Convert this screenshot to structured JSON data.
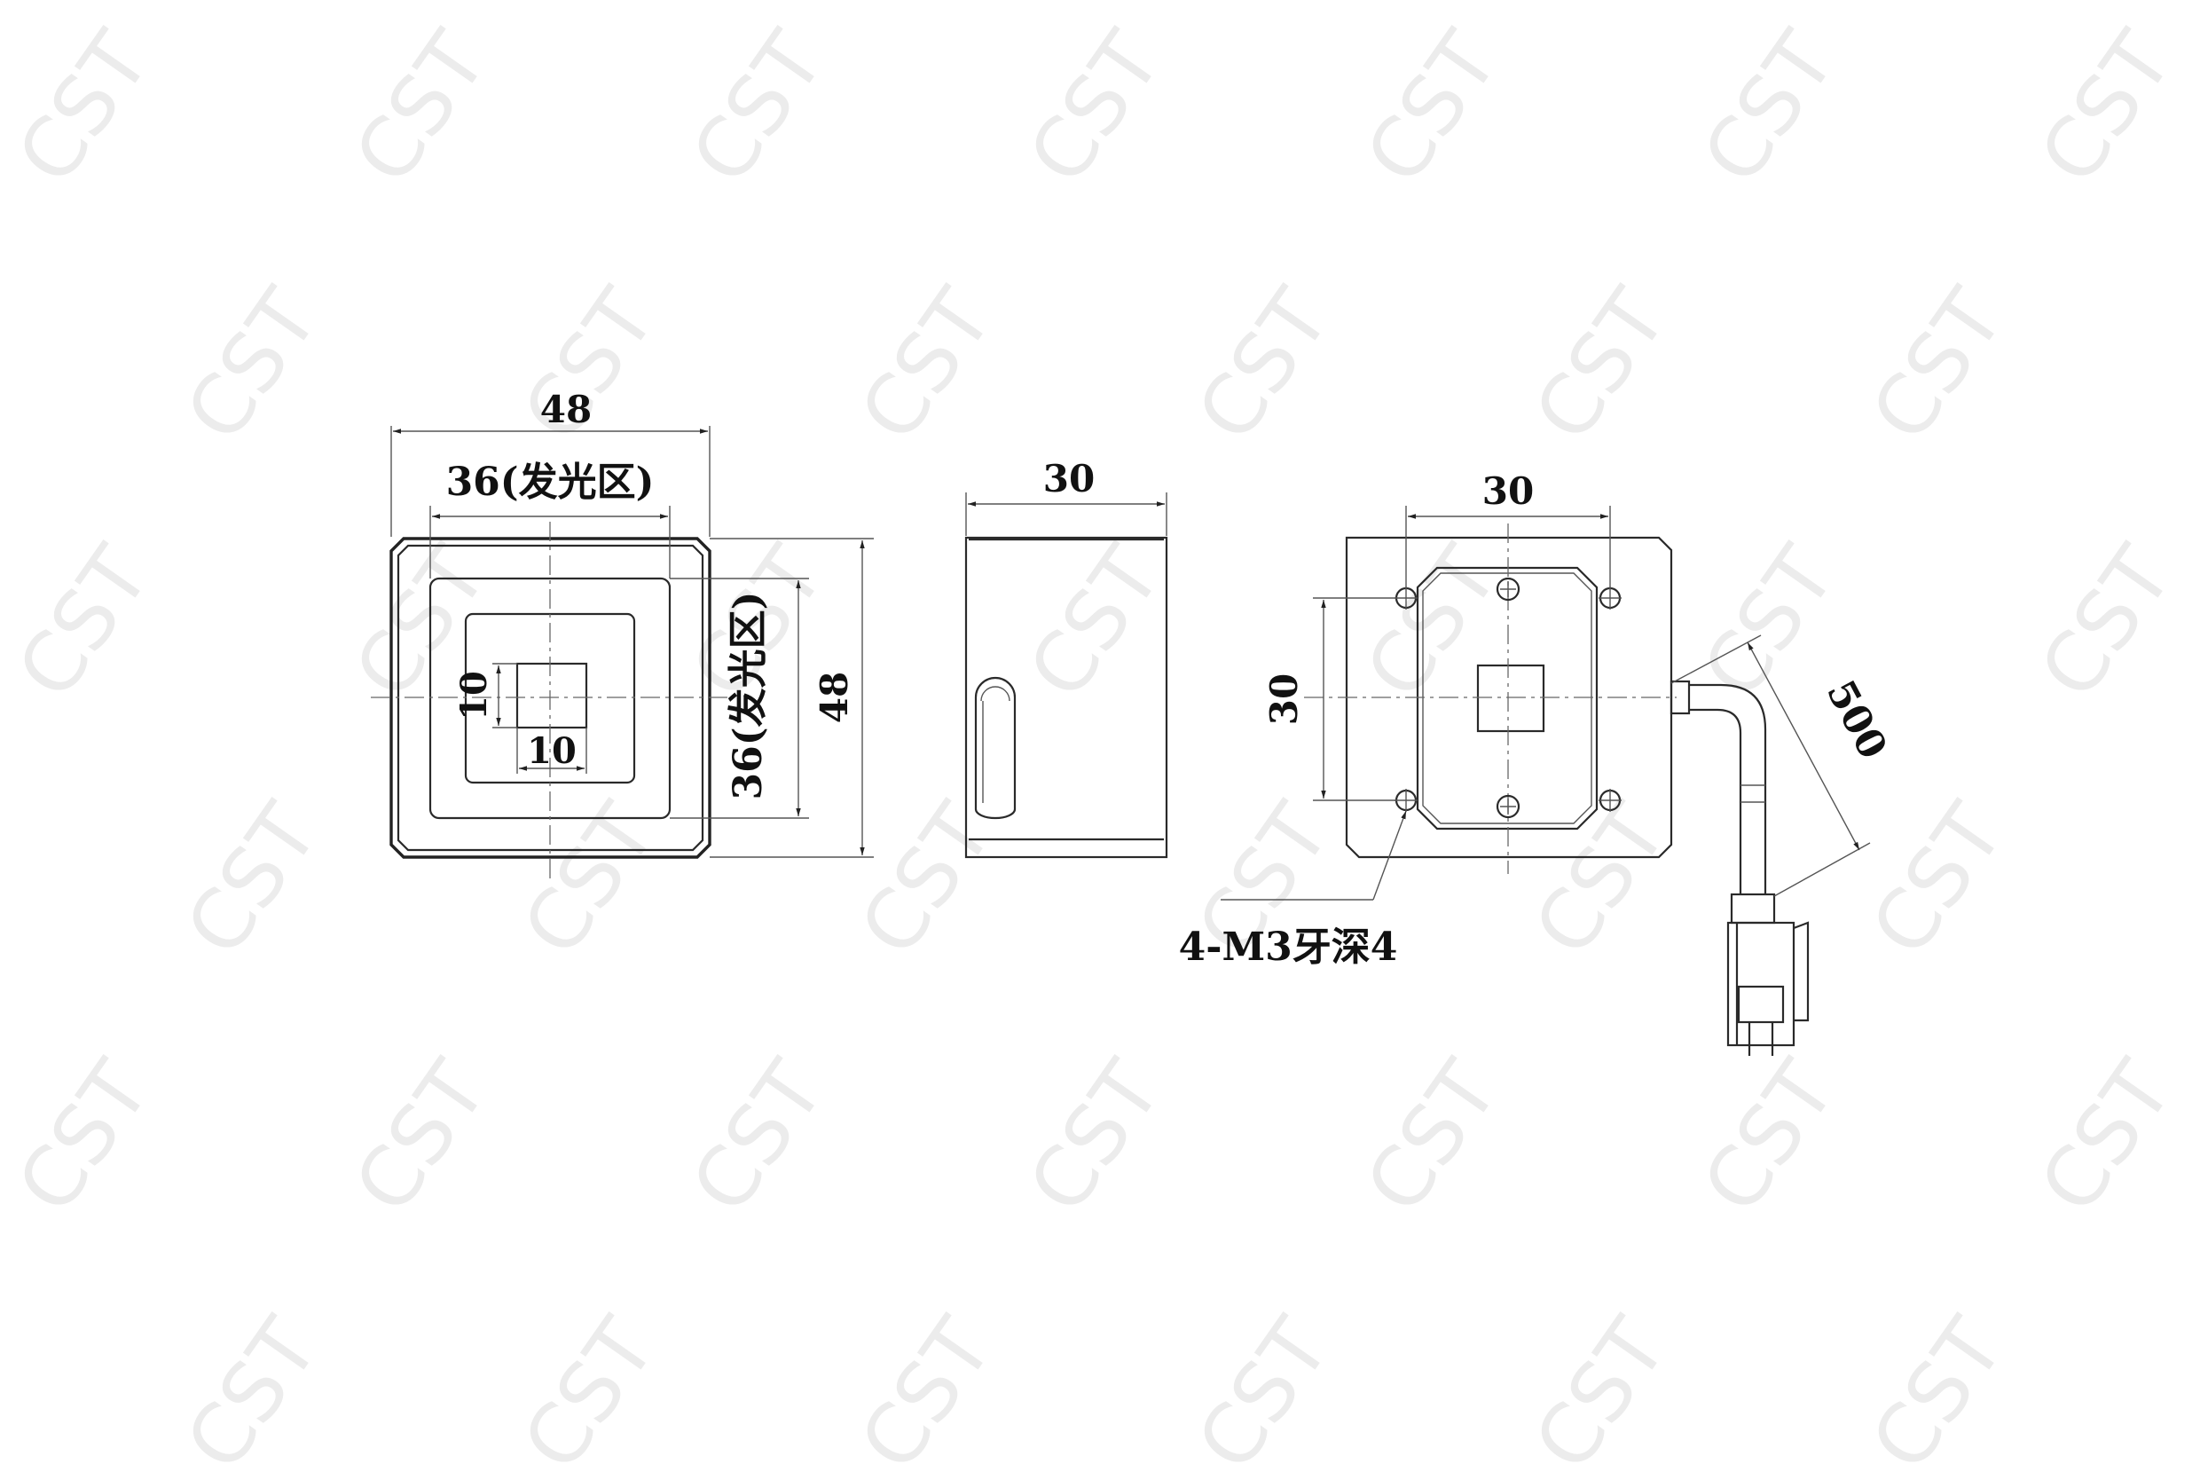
{
  "watermark": {
    "text": "CST",
    "color": "#ebebeb"
  },
  "front_view": {
    "width_label": "48",
    "emit_width_label": "36(发光区)",
    "inner_v_label": "10",
    "inner_h_label": "10",
    "emit_height_label": "36(发光区)",
    "height_label": "48"
  },
  "side_view": {
    "width_label": "30"
  },
  "back_view": {
    "hole_h_label": "30",
    "hole_v_label": "30",
    "thread_label": "4-M3牙深4",
    "cable_label": "500"
  },
  "colors": {
    "line": "#222222",
    "background": "#ffffff"
  }
}
